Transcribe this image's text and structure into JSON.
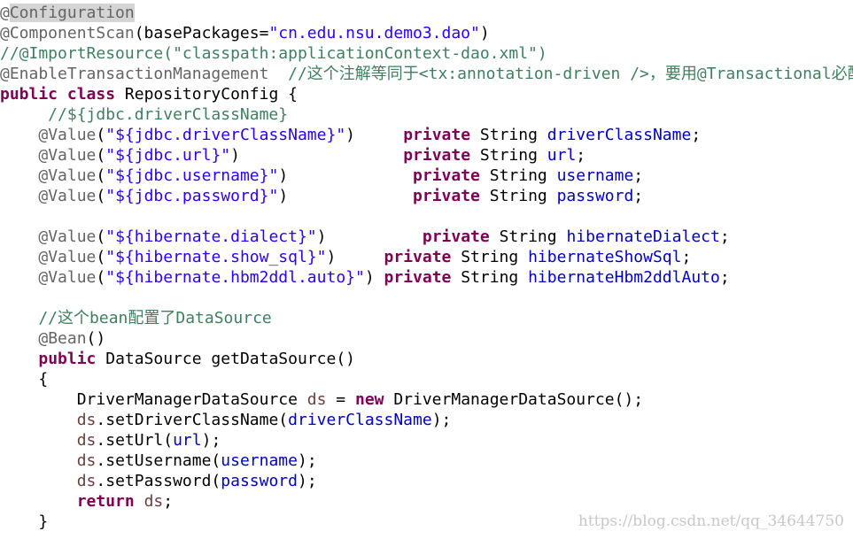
{
  "code_lines": [
    [
      {
        "t": "@",
        "c": "ann"
      },
      {
        "t": "Configuration",
        "c": "ann hl"
      }
    ],
    [
      {
        "t": "@ComponentScan",
        "c": "ann"
      },
      {
        "t": "(basePackages=",
        "c": ""
      },
      {
        "t": "\"cn.edu.nsu.demo3.dao\"",
        "c": "str"
      },
      {
        "t": ")",
        "c": ""
      }
    ],
    [
      {
        "t": "//@ImportResource(\"classpath:applicationContext-dao.xml\")",
        "c": "cmt"
      }
    ],
    [
      {
        "t": "@EnableTransactionManagement",
        "c": "ann"
      },
      {
        "t": "  ",
        "c": ""
      },
      {
        "t": "//这个注解等同于<tx:annotation-driven />，要用@Transactional必配",
        "c": "cmt"
      }
    ],
    [
      {
        "t": "public",
        "c": "kw"
      },
      {
        "t": " ",
        "c": ""
      },
      {
        "t": "class",
        "c": "kw"
      },
      {
        "t": " RepositoryConfig {",
        "c": ""
      }
    ],
    [
      {
        "t": "     //${jdbc.driverClassName}",
        "c": "cmt"
      }
    ],
    [
      {
        "t": "    ",
        "c": ""
      },
      {
        "t": "@Value",
        "c": "ann"
      },
      {
        "t": "(",
        "c": ""
      },
      {
        "t": "\"${jdbc.driverClassName}\"",
        "c": "str"
      },
      {
        "t": ")     ",
        "c": ""
      },
      {
        "t": "private",
        "c": "kw"
      },
      {
        "t": " String ",
        "c": ""
      },
      {
        "t": "driverClassName",
        "c": "fld"
      },
      {
        "t": ";",
        "c": ""
      }
    ],
    [
      {
        "t": "    ",
        "c": ""
      },
      {
        "t": "@Value",
        "c": "ann"
      },
      {
        "t": "(",
        "c": ""
      },
      {
        "t": "\"${jdbc.url}\"",
        "c": "str"
      },
      {
        "t": ")                 ",
        "c": ""
      },
      {
        "t": "private",
        "c": "kw"
      },
      {
        "t": " String ",
        "c": ""
      },
      {
        "t": "url",
        "c": "fld"
      },
      {
        "t": ";",
        "c": ""
      }
    ],
    [
      {
        "t": "    ",
        "c": ""
      },
      {
        "t": "@Value",
        "c": "ann"
      },
      {
        "t": "(",
        "c": ""
      },
      {
        "t": "\"${jdbc.username}\"",
        "c": "str"
      },
      {
        "t": ")             ",
        "c": ""
      },
      {
        "t": "private",
        "c": "kw"
      },
      {
        "t": " String ",
        "c": ""
      },
      {
        "t": "username",
        "c": "fld"
      },
      {
        "t": ";",
        "c": ""
      }
    ],
    [
      {
        "t": "    ",
        "c": ""
      },
      {
        "t": "@Value",
        "c": "ann"
      },
      {
        "t": "(",
        "c": ""
      },
      {
        "t": "\"${jdbc.password}\"",
        "c": "str"
      },
      {
        "t": ")             ",
        "c": ""
      },
      {
        "t": "private",
        "c": "kw"
      },
      {
        "t": " String ",
        "c": ""
      },
      {
        "t": "password",
        "c": "fld"
      },
      {
        "t": ";",
        "c": ""
      }
    ],
    [],
    [
      {
        "t": "    ",
        "c": ""
      },
      {
        "t": "@Value",
        "c": "ann"
      },
      {
        "t": "(",
        "c": ""
      },
      {
        "t": "\"${hibernate.dialect}\"",
        "c": "str"
      },
      {
        "t": ")          ",
        "c": ""
      },
      {
        "t": "private",
        "c": "kw"
      },
      {
        "t": " String ",
        "c": ""
      },
      {
        "t": "hibernateDialect",
        "c": "fld"
      },
      {
        "t": ";",
        "c": ""
      }
    ],
    [
      {
        "t": "    ",
        "c": ""
      },
      {
        "t": "@Value",
        "c": "ann"
      },
      {
        "t": "(",
        "c": ""
      },
      {
        "t": "\"${hibernate.show_sql}\"",
        "c": "str"
      },
      {
        "t": ")     ",
        "c": ""
      },
      {
        "t": "private",
        "c": "kw"
      },
      {
        "t": " String ",
        "c": ""
      },
      {
        "t": "hibernateShowSql",
        "c": "fld"
      },
      {
        "t": ";",
        "c": ""
      }
    ],
    [
      {
        "t": "    ",
        "c": ""
      },
      {
        "t": "@Value",
        "c": "ann"
      },
      {
        "t": "(",
        "c": ""
      },
      {
        "t": "\"${hibernate.hbm2ddl.auto}\"",
        "c": "str"
      },
      {
        "t": ") ",
        "c": ""
      },
      {
        "t": "private",
        "c": "kw"
      },
      {
        "t": " String ",
        "c": ""
      },
      {
        "t": "hibernateHbm2ddlAuto",
        "c": "fld"
      },
      {
        "t": ";",
        "c": ""
      }
    ],
    [],
    [
      {
        "t": "    //这个bean配置了DataSource",
        "c": "cmt"
      }
    ],
    [
      {
        "t": "    ",
        "c": ""
      },
      {
        "t": "@Bean",
        "c": "ann"
      },
      {
        "t": "()",
        "c": ""
      }
    ],
    [
      {
        "t": "    ",
        "c": ""
      },
      {
        "t": "public",
        "c": "kw"
      },
      {
        "t": " DataSource getDataSource()",
        "c": ""
      }
    ],
    [
      {
        "t": "    {",
        "c": ""
      }
    ],
    [
      {
        "t": "        DriverManagerDataSource ",
        "c": ""
      },
      {
        "t": "ds",
        "c": "var"
      },
      {
        "t": " = ",
        "c": ""
      },
      {
        "t": "new",
        "c": "kw"
      },
      {
        "t": " DriverManagerDataSource();",
        "c": ""
      }
    ],
    [
      {
        "t": "        ",
        "c": ""
      },
      {
        "t": "ds",
        "c": "var"
      },
      {
        "t": ".setDriverClassName(",
        "c": ""
      },
      {
        "t": "driverClassName",
        "c": "fld"
      },
      {
        "t": ");",
        "c": ""
      }
    ],
    [
      {
        "t": "        ",
        "c": ""
      },
      {
        "t": "ds",
        "c": "var"
      },
      {
        "t": ".setUrl(",
        "c": ""
      },
      {
        "t": "url",
        "c": "fld"
      },
      {
        "t": ");",
        "c": ""
      }
    ],
    [
      {
        "t": "        ",
        "c": ""
      },
      {
        "t": "ds",
        "c": "var"
      },
      {
        "t": ".setUsername(",
        "c": ""
      },
      {
        "t": "username",
        "c": "fld"
      },
      {
        "t": ");",
        "c": ""
      }
    ],
    [
      {
        "t": "        ",
        "c": ""
      },
      {
        "t": "ds",
        "c": "var"
      },
      {
        "t": ".setPassword(",
        "c": ""
      },
      {
        "t": "password",
        "c": "fld"
      },
      {
        "t": ");",
        "c": ""
      }
    ],
    [
      {
        "t": "        ",
        "c": ""
      },
      {
        "t": "return",
        "c": "kw"
      },
      {
        "t": " ",
        "c": ""
      },
      {
        "t": "ds",
        "c": "var"
      },
      {
        "t": ";",
        "c": ""
      }
    ],
    [
      {
        "t": "    }",
        "c": ""
      }
    ]
  ],
  "watermark": "https://blog.csdn.net/qq_34644750"
}
